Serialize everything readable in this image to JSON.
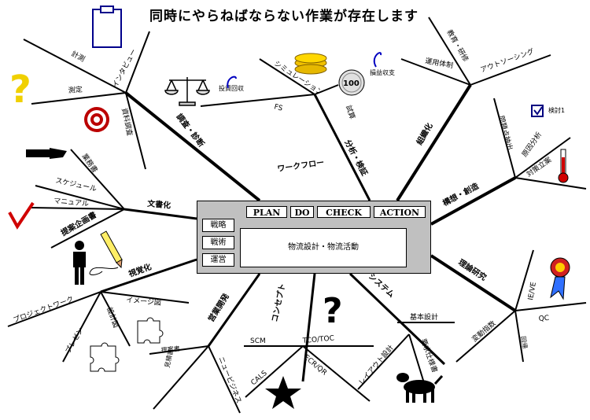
{
  "title": "同時にやらねばならない作業が存在します",
  "center": {
    "pdca": [
      "PLAN",
      "DO",
      "CHECK",
      "ACTION"
    ],
    "side_buttons": [
      "戦略",
      "戦術",
      "運営"
    ],
    "main_label": "物流設計・物流活動"
  },
  "branches": {
    "chosa": "調査・診断",
    "interview": "インタビュー",
    "keisoku": "計測",
    "sokutei": "測定",
    "shiryo": "資料調査",
    "bunseki": "分析・検証",
    "simulation": "シミュレーション",
    "fs": "FS",
    "workflow": "ワークフロー",
    "shisan": "試算",
    "toushi": "投資回収",
    "soneki": "損益収支",
    "soshiki": "組織化",
    "unyou": "運用体制",
    "kyouiku": "教育・研修",
    "outsourcing": "アウトソーシング",
    "kousou": "構想・創造",
    "mondai": "問題点抽出",
    "genin": "原因分析",
    "taisaku": "対策立案",
    "kentou": "検討1",
    "riron": "理論研究",
    "ieve": "IE/VE",
    "qc": "QC",
    "hendou": "変動指数",
    "kaiki": "回帰",
    "system": "システム",
    "kihon": "基本設計",
    "yokyu": "要求仕様書",
    "layout": "レイアウト設計",
    "concept": "コンセプト",
    "tco": "TCO/TOC",
    "scm": "SCM",
    "cals": "CALS",
    "ecr": "ECR/QR",
    "eigyou": "営業開発",
    "newbiz": "ニュービジネス",
    "teian": "提案書",
    "mitsumori": "見積書",
    "kashika": "視覚化",
    "image": "イメージ図",
    "sekkei": "設計図",
    "project": "プロジェクトワーク",
    "presen": "プレゼン",
    "bunsho": "文書化",
    "gyomu": "業務書",
    "schedule": "スケジュール",
    "manual": "マニュアル",
    "kikaku": "提案企画書"
  },
  "coin_label": "100"
}
